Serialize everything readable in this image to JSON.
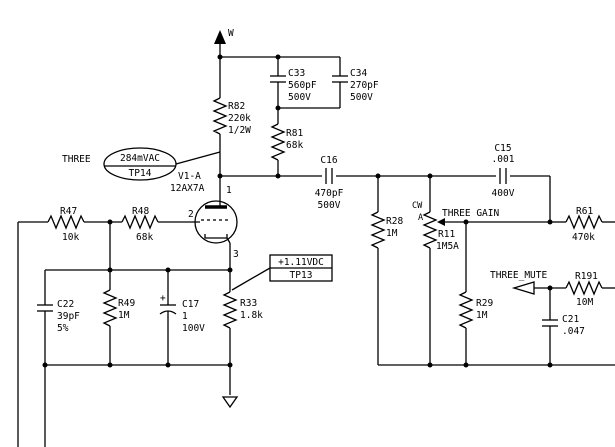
{
  "supply": {
    "label": "W"
  },
  "components": {
    "c33": {
      "ref": "C33",
      "value": "560pF",
      "rating": "500V"
    },
    "c34": {
      "ref": "C34",
      "value": "270pF",
      "rating": "500V"
    },
    "r82": {
      "ref": "R82",
      "value": "220k",
      "rating": "1/2W"
    },
    "r81": {
      "ref": "R81",
      "value": "68k"
    },
    "c16": {
      "ref": "C16",
      "value": "470pF",
      "rating": "500V"
    },
    "c15": {
      "ref": "C15",
      "value": ".001",
      "rating": "400V"
    },
    "r28": {
      "ref": "R28",
      "value": "1M"
    },
    "r11": {
      "ref": "R11",
      "value": "1M5A",
      "wiper": "A",
      "direction": "CW"
    },
    "r61": {
      "ref": "R61",
      "value": "470k"
    },
    "r47": {
      "ref": "R47",
      "value": "10k"
    },
    "r48": {
      "ref": "R48",
      "value": "68k"
    },
    "c22": {
      "ref": "C22",
      "value": "39pF",
      "tolerance": "5%"
    },
    "r49": {
      "ref": "R49",
      "value": "1M"
    },
    "c17": {
      "ref": "C17",
      "value": "1",
      "rating": "100V",
      "polarity": "+"
    },
    "r33": {
      "ref": "R33",
      "value": "1.8k"
    },
    "r29": {
      "ref": "R29",
      "value": "1M"
    },
    "r191": {
      "ref": "R191",
      "value": "10M"
    },
    "c21": {
      "ref": "C21",
      "value": ".047"
    }
  },
  "tube": {
    "ref": "V1-A",
    "type": "12AX7A",
    "pin_plate": "1",
    "pin_grid": "2",
    "pin_cathode": "3"
  },
  "testpoints": {
    "tp14": {
      "prefix": "THREE",
      "reading": "284mVAC",
      "name": "TP14"
    },
    "tp13": {
      "reading": "+1.11VDC",
      "name": "TP13"
    }
  },
  "nets": {
    "gain": "THREE GAIN",
    "mute": "THREE_MUTE"
  }
}
